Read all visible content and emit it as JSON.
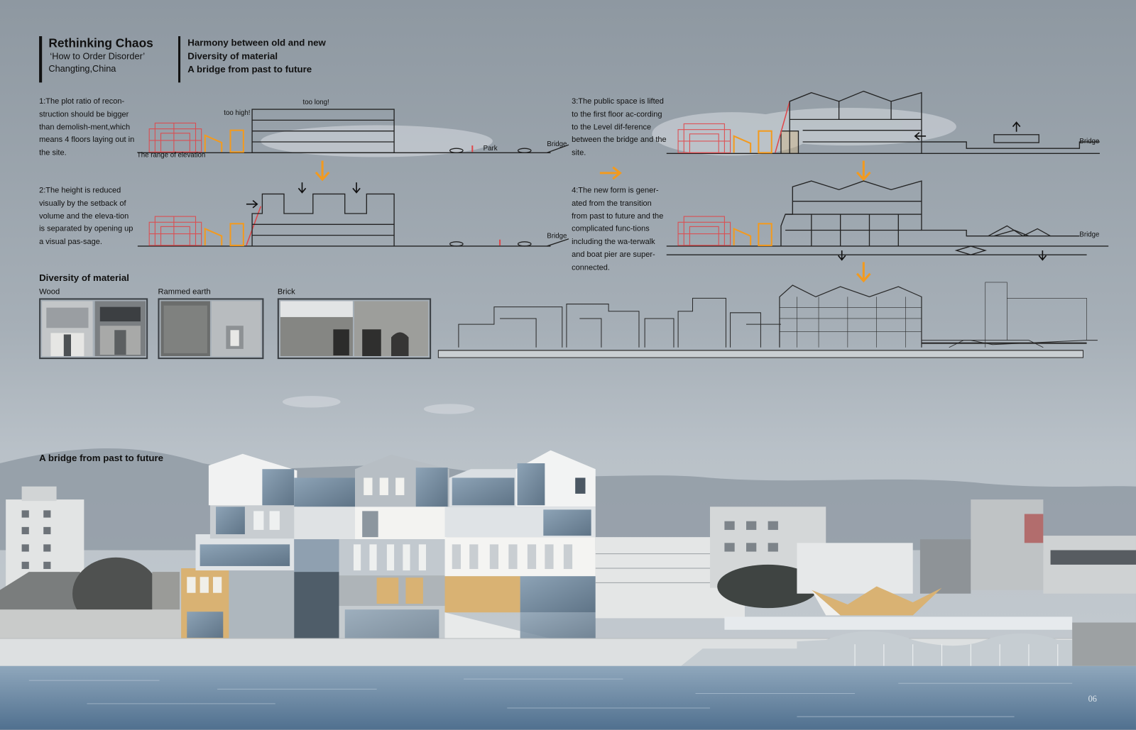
{
  "header": {
    "title": "Rethinking Chaos",
    "subtitle": "‘How to Order Disorder’",
    "location": "Changting,China",
    "themes": [
      "Harmony between old and new",
      "Diversity of material",
      "A bridge from past to future"
    ]
  },
  "steps": [
    {
      "text": "1:The plot ratio of recon-struction should be bigger than demolish-ment,which means 4 floors laying out in the site."
    },
    {
      "text": "2:The height is reduced visually by the setback of volume and the eleva-tion is separated by opening up a visual pas-sage."
    },
    {
      "text": "3:The public space is lifted to the first floor ac-cording to the Level dif-ference between the bridge and the site."
    },
    {
      "text": "4:The new form is gener-ated from the transition from past to future and the complicated func-tions including the wa-terwalk and boat pier are super-connected."
    }
  ],
  "diagram_labels": {
    "too_high": "too high!",
    "too_long": "too long!",
    "park": "Park",
    "range_of_elevation": "The range of elevation",
    "bridge": "Bridge"
  },
  "materials": {
    "title": "Diversity of material",
    "items": [
      {
        "label": "Wood"
      },
      {
        "label": "Rammed earth"
      },
      {
        "label": "Brick"
      }
    ]
  },
  "bottom_title": "A bridge from past to future",
  "page_number": "06",
  "colors": {
    "sky_top": "#8e98a1",
    "sky_mid": "#a7b0b8",
    "line": "#222222",
    "old_building_red": "#e0474a",
    "accent_orange": "#f39a1e",
    "wood_panel": "#d9b273",
    "water": "#7f99b1"
  }
}
